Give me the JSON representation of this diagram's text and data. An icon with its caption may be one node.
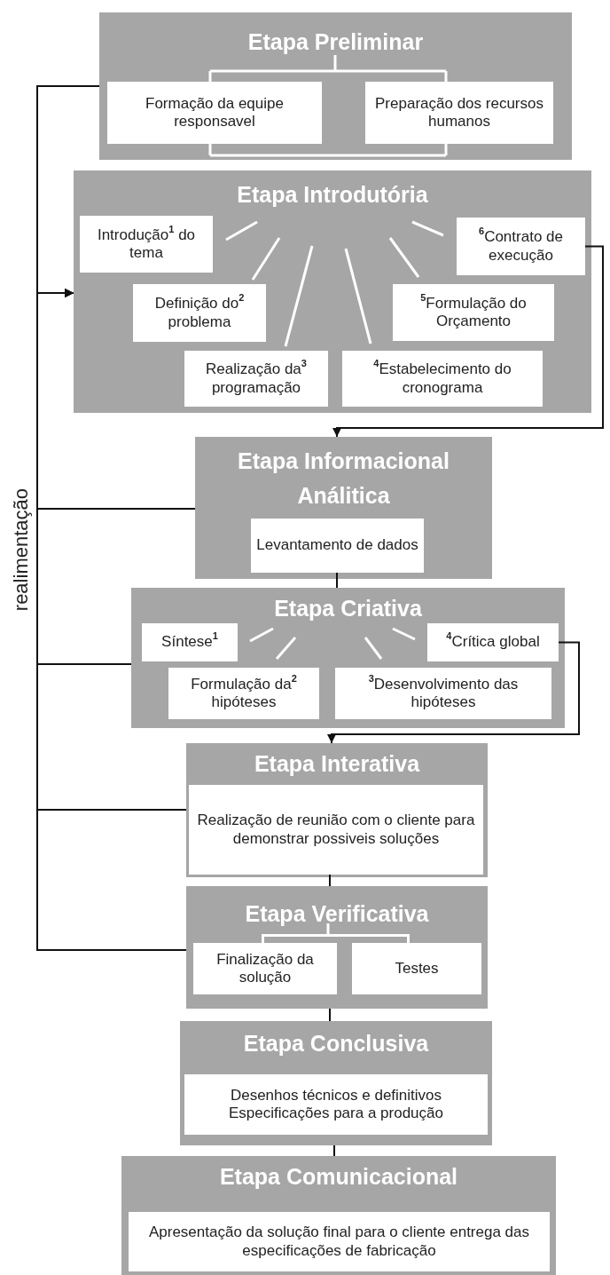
{
  "diagram": {
    "nodes": [
      {
        "text": [
          "Etapa Preliminar"
        ]
      },
      {
        "text": [
          "Formação da equipe responsavel"
        ],
        "in": 0
      },
      {
        "text": [
          "Preparação dos recursos humanos"
        ],
        "in": 0
      },
      {
        "text": [
          "Etapa Introdutória"
        ]
      },
      {
        "text": [
          "Introdução$^{1}$ do tema"
        ],
        "in": 3
      },
      {
        "text": [
          "Definição do$^{2}$ problema"
        ],
        "in": 3
      },
      {
        "text": [
          "Realização da$^{3}$ programação"
        ],
        "in": 3
      },
      {
        "text": [
          "$^{4}$Estabelecimento do cronograma"
        ],
        "in": 3
      },
      {
        "text": [
          "$^{5}$Formulação do Orçamento"
        ],
        "in": 3
      },
      {
        "text": [
          "$^{6}$Contrato de execução"
        ],
        "in": 3
      },
      {
        "text": [
          "Etapa Informacional Análitica"
        ]
      },
      {
        "text": [
          "Levantamento de dados"
        ],
        "in": 10
      },
      {
        "text": [
          "Etapa Criativa"
        ]
      },
      {
        "text": [
          "Síntese$^{1}$"
        ],
        "in": 12
      },
      {
        "text": [
          "Formulação da$^{2}$ hipóteses"
        ],
        "in": 12
      },
      {
        "text": [
          "$^{3}$Desenvolvimento das hipóteses"
        ],
        "in": 12
      },
      {
        "text": [
          "$^{4}$Crítica global"
        ],
        "in": 12
      },
      {
        "text": [
          "Etapa Interativa"
        ]
      },
      {
        "text": [
          "Realização de reunião com o cliente para demonstrar possiveis soluções"
        ],
        "in": 17
      },
      {
        "text": [
          "Etapa Verificativa"
        ]
      },
      {
        "text": [
          "Finalização da solução"
        ],
        "in": 19
      },
      {
        "text": [
          "Testes"
        ],
        "in": 19
      },
      {
        "text": [
          "Etapa Conclusiva"
        ]
      },
      {
        "text": [
          "Desenhos técnicos e definitivos Especificações para a produção"
        ],
        "in": 22
      },
      {
        "text": [
          "Etapa Comunicacional"
        ]
      },
      {
        "text": [
          "Apresentação da solução final para o cliente entrega das especificações de fabricação"
        ],
        "in": 24
      },
      {
        "text": [],
        "shape": "bar",
        "in": 19
      }
    ],
    "edges": [
      {
        "from": 0,
        "to": 3,
        "arrow": "none"
      },
      {
        "from": 9,
        "to": 10,
        "arrow": "to"
      },
      {
        "from": 11,
        "to": 12,
        "arrow": "none"
      },
      {
        "from": 16,
        "to": 17,
        "arrow": "to"
      },
      {
        "from": 18,
        "to": 19,
        "arrow": "none"
      },
      {
        "from": 19,
        "to": 22,
        "arrow": "none"
      },
      {
        "from": 22,
        "to": 24,
        "arrow": "none"
      },
      {
        "from": 10,
        "to": 3,
        "arrow": "to",
        "label": "realimentação"
      },
      {
        "from": 12,
        "to": 3,
        "arrow": "to"
      },
      {
        "from": 17,
        "to": 3,
        "arrow": "to"
      },
      {
        "from": 19,
        "to": 3,
        "arrow": "to"
      },
      {
        "from": 26,
        "to": 20,
        "arrow": "none",
        "color": "#ffffff"
      },
      {
        "from": 26,
        "to": 21,
        "arrow": "none",
        "color": "#ffffff"
      }
    ]
  }
}
